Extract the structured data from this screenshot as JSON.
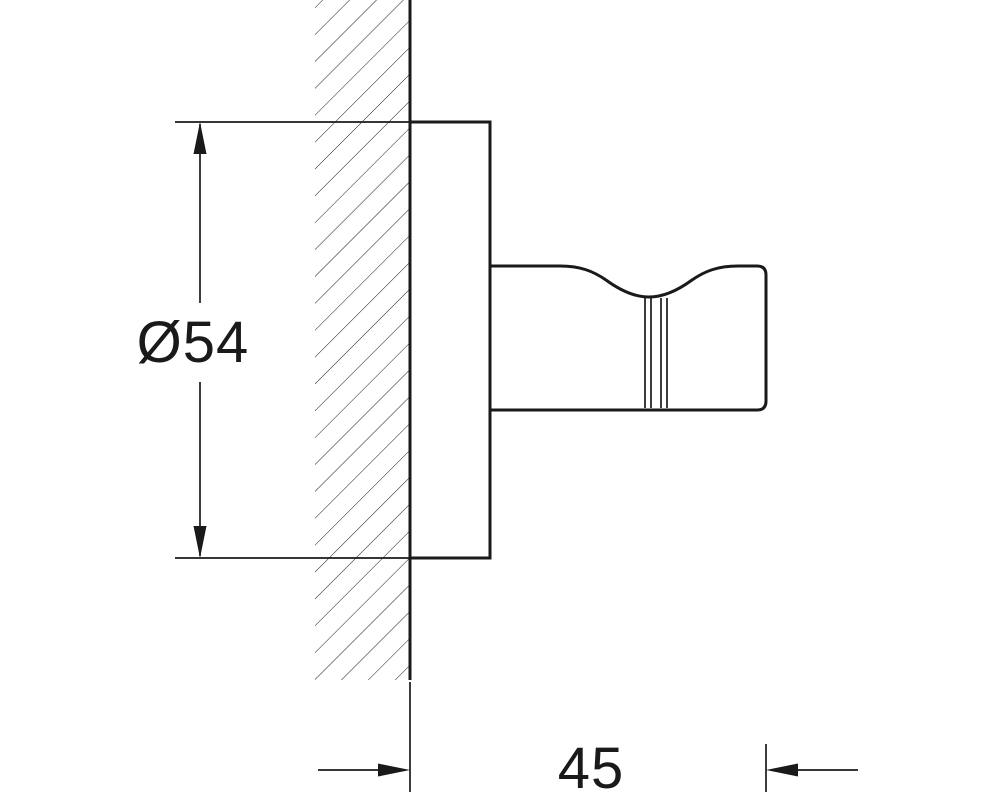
{
  "drawing": {
    "type": "technical-dimension-drawing",
    "subject": "wall-mounted-hook-side-view",
    "background_color": "#ffffff",
    "line_color": "#1a1a1a",
    "annotations": {
      "diameter_label": "Ø54",
      "projection_label": "45"
    }
  }
}
